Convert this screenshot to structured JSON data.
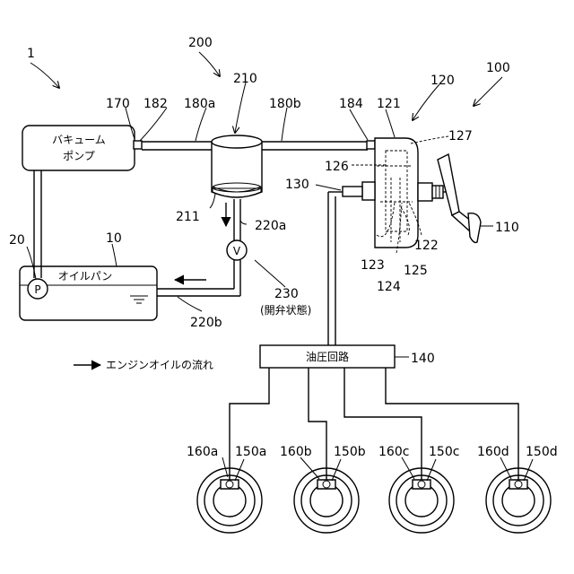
{
  "labels": {
    "system": "1",
    "vacuum_unit": "200",
    "reservoir": "210",
    "pipe_a": "180a",
    "pipe_b": "180b",
    "pump_ref": "170",
    "joint_182": "182",
    "joint_184": "184",
    "booster_121": "121",
    "booster_120": "120",
    "brake_100": "100",
    "part_127": "127",
    "part_126": "126",
    "part_130": "130",
    "pedal_110": "110",
    "part_122": "122",
    "part_123": "123",
    "part_124": "124",
    "part_125": "125",
    "part_211": "211",
    "return_220a": "220a",
    "return_220b": "220b",
    "pump_20": "20",
    "oilpan_10": "10",
    "valve_230": "230",
    "valve_state": "(開弁状態)",
    "hyd_140": "140",
    "w160a": "160a",
    "w150a": "150a",
    "w160b": "160b",
    "w150b": "150b",
    "w160c": "160c",
    "w150c": "150c",
    "w160d": "160d",
    "w150d": "150d"
  },
  "boxes": {
    "vacuum_pump_line1": "バキューム",
    "vacuum_pump_line2": "ポンプ",
    "oil_pan": "オイルパン",
    "hydraulic_circuit": "油圧回路"
  },
  "symbols": {
    "pump": "P",
    "valve": "V"
  },
  "legend": {
    "text": "エンジンオイルの流れ"
  }
}
